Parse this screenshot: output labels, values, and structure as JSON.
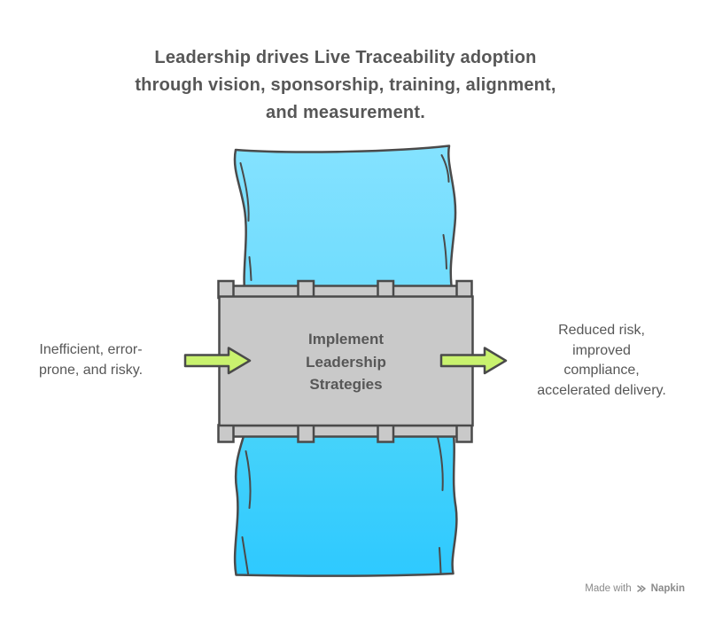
{
  "title": "Leadership drives Live Traceability adoption\nthrough vision, sponsorship, training, alignment,\nand measurement.",
  "flow": {
    "input_label": "Inefficient, error-\nprone, and risky.",
    "process_label": "Implement\nLeadership\nStrategies",
    "output_label": "Reduced risk,\nimproved\ncompliance,\naccelerated delivery."
  },
  "icons": {
    "left_arrow": "arrow-right-icon",
    "right_arrow": "arrow-right-icon",
    "watermark_logo": "napkin-logo-icon"
  },
  "colors": {
    "text": "#575757",
    "outline": "#4A4A4A",
    "river_top_start": "#84E2FF",
    "river_top_end": "#6FDCFE",
    "river_bottom_start": "#47D3FA",
    "river_bottom_end": "#2EC9FF",
    "bridge_fill": "#C9C9C9",
    "arrow_fill": "#C9F26E",
    "watermark": "#8A8A8A"
  },
  "watermark": {
    "prefix": "Made with",
    "brand": "Napkin"
  }
}
